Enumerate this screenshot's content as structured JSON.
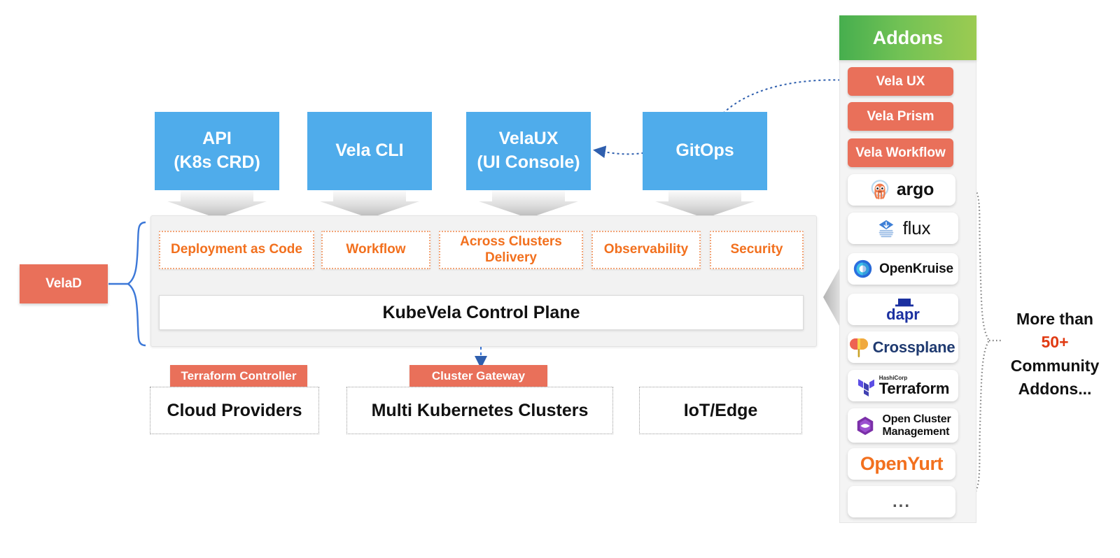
{
  "colors": {
    "blue": "#4FACEB",
    "salmon": "#E9705A",
    "orange_text": "#F2701E",
    "green_left": "#46AE4E",
    "green_right": "#9CCB52",
    "panel_bg": "#F2F2F2",
    "accent_red": "#E03A12",
    "dotted_blue": "#3C78D8",
    "grey_arrow": "#C9C9C9"
  },
  "interfaces": [
    {
      "line1": "API",
      "line2": "(K8s CRD)"
    },
    {
      "line1": "Vela CLI",
      "line2": ""
    },
    {
      "line1": "VelaUX",
      "line2": "(UI Console)"
    },
    {
      "line1": "GitOps",
      "line2": ""
    }
  ],
  "platform": {
    "velad_label": "VelaD",
    "capabilities": [
      {
        "line1": "Deployment as Code",
        "line2": ""
      },
      {
        "line1": "Workflow",
        "line2": ""
      },
      {
        "line1": "Across Clusters",
        "line2": "Delivery"
      },
      {
        "line1": "Observability",
        "line2": ""
      },
      {
        "line1": "Security",
        "line2": ""
      }
    ],
    "control_plane": "KubeVela Control Plane"
  },
  "infrastructure": [
    {
      "badge": "Terraform Controller",
      "name": "Cloud Providers"
    },
    {
      "badge": "Cluster Gateway",
      "name": "Multi Kubernetes Clusters"
    },
    {
      "badge": "",
      "name": "IoT/Edge"
    }
  ],
  "addons": {
    "title": "Addons",
    "pills": [
      "Vela UX",
      "Vela Prism",
      "Vela Workflow"
    ],
    "logos": [
      {
        "name": "argo",
        "label": "argo",
        "icon": "argo-icon"
      },
      {
        "name": "flux",
        "label": "flux",
        "icon": "flux-icon"
      },
      {
        "name": "openkruise",
        "label": "OpenKruise",
        "icon": "openkruise-icon"
      },
      {
        "name": "dapr",
        "label": "dapr",
        "icon": "dapr-icon"
      },
      {
        "name": "crossplane",
        "label": "Crossplane",
        "icon": "crossplane-icon"
      },
      {
        "name": "terraform",
        "label": "Terraform",
        "sublabel": "HashiCorp",
        "icon": "terraform-icon"
      },
      {
        "name": "ocm",
        "label_line1": "Open Cluster",
        "label_line2": "Management",
        "icon": "ocm-icon"
      },
      {
        "name": "openyurt",
        "label": "OpenYurt",
        "icon": "openyurt-icon"
      },
      {
        "name": "more",
        "label": "...",
        "icon": "ellipsis-icon"
      }
    ],
    "community_note": {
      "line1": "More than",
      "highlight": "50+",
      "line3": "Community",
      "line4": "Addons..."
    }
  }
}
